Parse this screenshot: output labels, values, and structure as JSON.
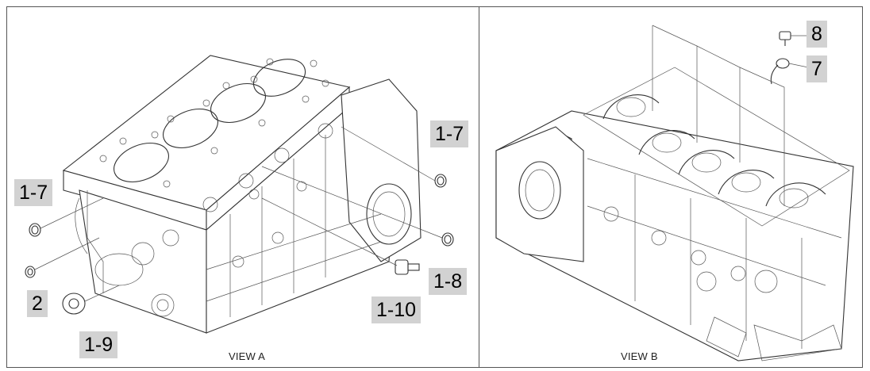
{
  "views": {
    "a": {
      "label": "VIEW A"
    },
    "b": {
      "label": "VIEW B"
    }
  },
  "callouts": {
    "a_1_7_left": "1-7",
    "a_1_7_right": "1-7",
    "a_2": "2",
    "a_1_9": "1-9",
    "a_1_10": "1-10",
    "a_1_8": "1-8",
    "b_8": "8",
    "b_7": "7"
  },
  "colors": {
    "callout_bg": "#d2d2d2",
    "line": "#333333",
    "frame": "#555555"
  }
}
